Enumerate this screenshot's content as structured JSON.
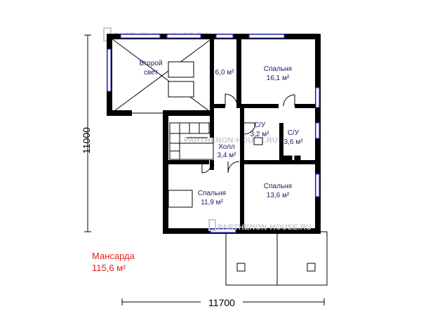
{
  "watermark": {
    "brand": "PARTHENON-HOUSE.RU"
  },
  "rooms": {
    "second_light": {
      "line1": "Второй",
      "line2": "свет"
    },
    "room_6": {
      "area": "6,0 м²"
    },
    "bedroom_1": {
      "name": "Спальня",
      "area": "16,1 м²"
    },
    "bath_1": {
      "name": "С/У",
      "area": "3,2 м²"
    },
    "bath_2": {
      "name": "С/У",
      "area": "3,6 м²"
    },
    "hall": {
      "name": "Холл",
      "area": "3,4 м²"
    },
    "bedroom_2": {
      "name": "Спальня",
      "area": "13,6 м²"
    },
    "bedroom_3": {
      "name": "Спальня",
      "area": "11,9 м²"
    }
  },
  "dimensions": {
    "height": "11000",
    "width": "11700"
  },
  "summary": {
    "title": "Мансарда",
    "area": "115,6 м²"
  },
  "colors": {
    "wall": "#000000",
    "window": "#3a3acc",
    "area_text": "#e0221b",
    "label_text": "#1a1a66",
    "watermark": "#c9c9d6"
  }
}
